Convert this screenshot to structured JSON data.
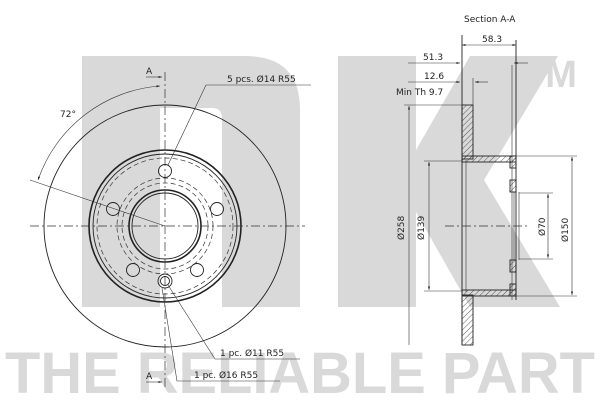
{
  "watermark": {
    "logo": "NK",
    "trademark": "TM",
    "tagline": "THE RELIABLE PART",
    "color": "#d9d9d9"
  },
  "front_view": {
    "section_marker_top": "A",
    "section_marker_bottom": "A",
    "angle_label": "72°",
    "callouts": {
      "bolt_holes": "5 pcs. Ø14 R55",
      "small_hole": "1 pc. Ø11 R55",
      "large_hole": "1 pc. Ø16 R55"
    }
  },
  "section_view": {
    "title": "Section A-A",
    "dimensions": {
      "overall_height": "58.3",
      "hat_height": "51.3",
      "thickness": "12.6",
      "min_thickness": "Min Th 9.7",
      "outer_diameter": "Ø258",
      "hat_inner_diameter": "Ø139",
      "center_bore": "Ø70",
      "hat_outer_diameter": "Ø150"
    }
  },
  "colors": {
    "line": "#222222",
    "background": "#ffffff",
    "watermark": "#d9d9d9"
  }
}
